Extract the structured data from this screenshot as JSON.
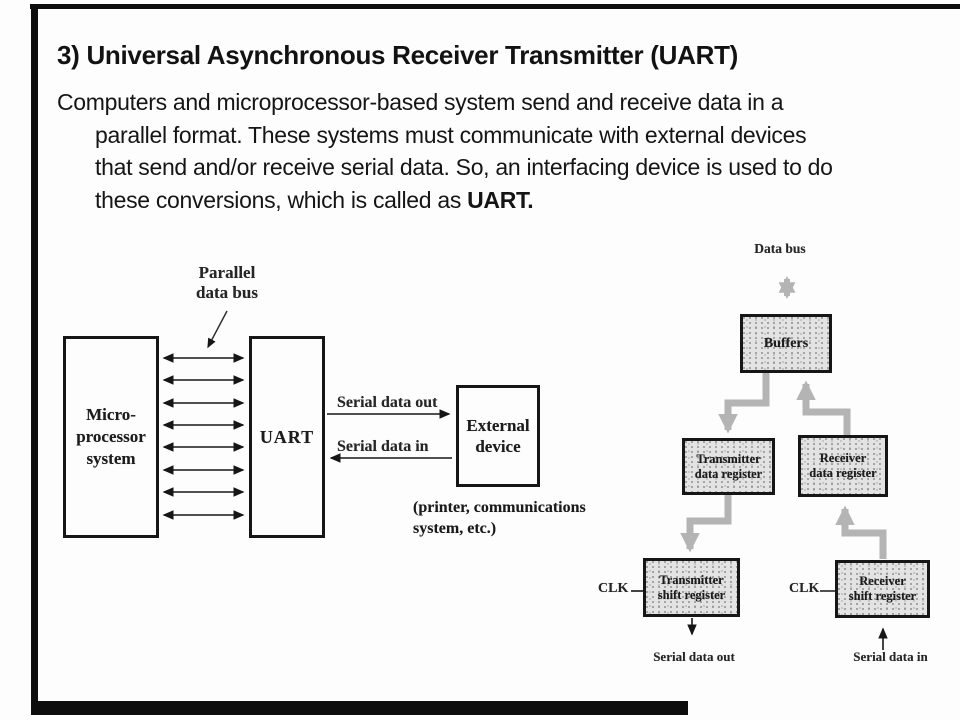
{
  "slide": {
    "title": "3) Universal Asynchronous Receiver Transmitter (UART)",
    "body": {
      "line1": "Computers and microprocessor-based system send and receive data in a",
      "line2": "parallel format. These systems must communicate with external devices",
      "line3": "that send and/or receive serial data. So, an interfacing device is used to do",
      "line4_prefix": "these conversions, which is called as ",
      "line4_bold": "UART."
    }
  },
  "uart_interface_diagram": {
    "parallel_bus_label": {
      "line1": "Parallel",
      "line2": "data bus"
    },
    "microprocessor_box": {
      "line1": "Micro-",
      "line2": "processor",
      "line3": "system"
    },
    "uart_box_label": "UART",
    "serial_out_label": "Serial data out",
    "serial_in_label": "Serial data in",
    "external_device_box": {
      "line1": "External",
      "line2": "device"
    },
    "note": {
      "line1": "(printer, communications",
      "line2": "system, etc.)"
    }
  },
  "uart_block_diagram": {
    "data_bus_label": "Data bus",
    "buffers_box_label": "Buffers",
    "transmitter_data_register_box": {
      "line1": "Transmitter",
      "line2": "data register"
    },
    "receiver_data_register_box": {
      "line1": "Receiver",
      "line2": "data register"
    },
    "transmitter_shift_register_box": {
      "line1": "Transmitter",
      "line2": "shift register"
    },
    "receiver_shift_register_box": {
      "line1": "Receiver",
      "line2": "shift register"
    },
    "clk_left_label": "CLK",
    "clk_right_label": "CLK",
    "serial_data_out_label": "Serial data out",
    "serial_data_in_label": "Serial data in"
  },
  "colors": {
    "ink": "#161616",
    "gray_arrow": "#b4b4b4",
    "gray_box_fill": "#e3e3e3",
    "background": "#fdfdfd",
    "frame_black": "#0d0d0d"
  }
}
